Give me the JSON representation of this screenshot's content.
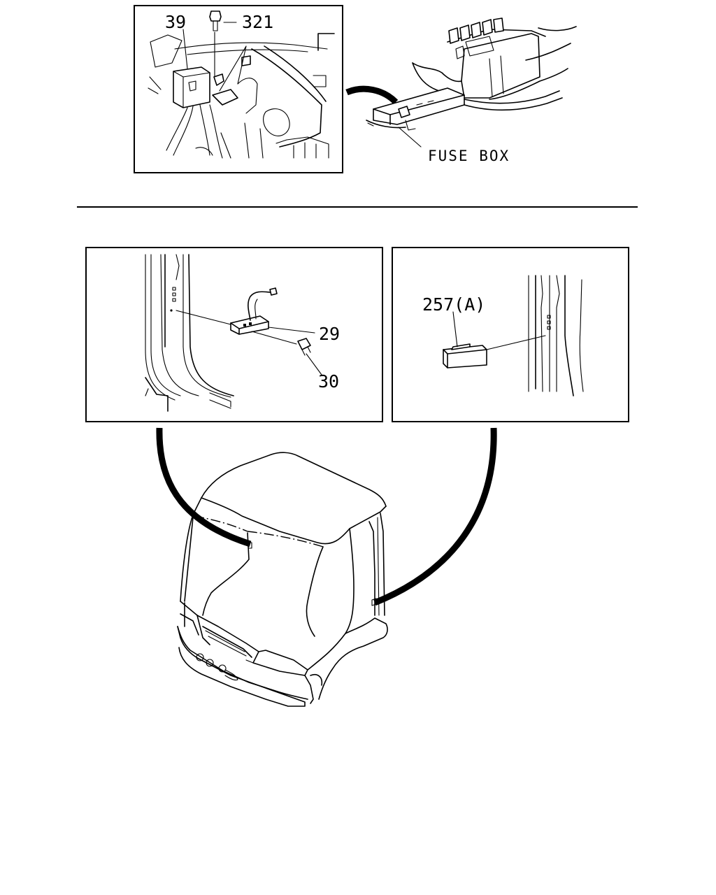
{
  "labels": {
    "part_39": "39",
    "part_321": "321",
    "fuse_box": "FUSE BOX",
    "part_29": "29",
    "part_30": "30",
    "part_257a": "257(A)"
  }
}
